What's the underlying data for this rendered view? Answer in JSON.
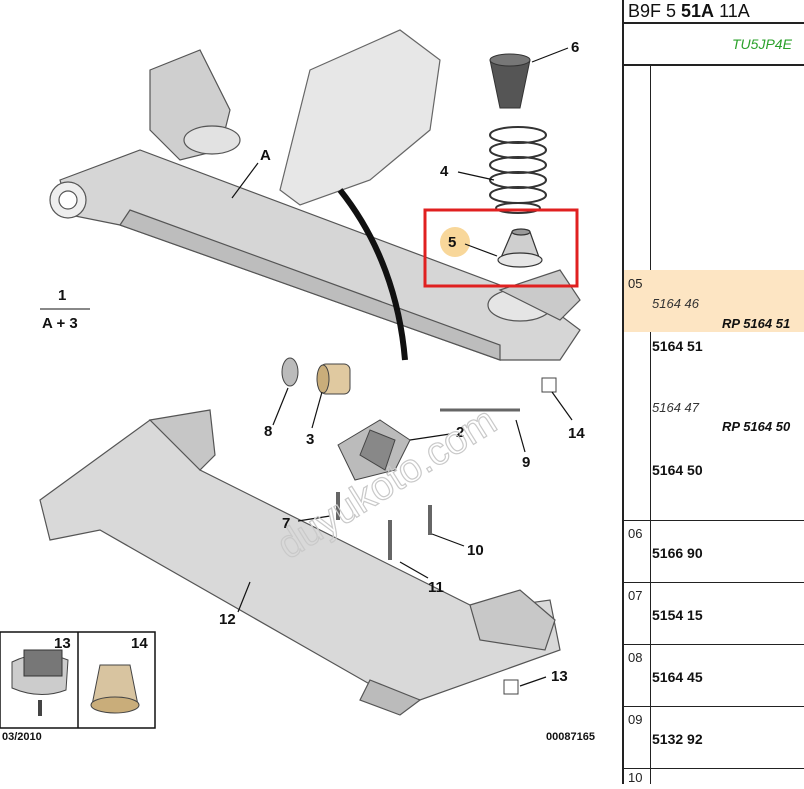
{
  "header": {
    "prefix": "B9F 5 ",
    "bold": "51A",
    "suffix": " 11A"
  },
  "engine": "TU5JP4E",
  "rows": [
    {
      "num": "05",
      "lines": [
        {
          "ref": "5164 46",
          "style": "ital"
        },
        {
          "ref": "RP 5164 51",
          "style": "rp"
        },
        {
          "ref": "5164 51",
          "style": "bold"
        },
        {
          "ref": "5164 47",
          "style": "ital"
        },
        {
          "ref": "RP 5164 50",
          "style": "rp"
        },
        {
          "ref": "5164 50",
          "style": "bold"
        }
      ]
    },
    {
      "num": "06",
      "ref": "5166 90"
    },
    {
      "num": "07",
      "ref": "5154 15"
    },
    {
      "num": "08",
      "ref": "5164 45"
    },
    {
      "num": "09",
      "ref": "5132 92"
    },
    {
      "num": "10",
      "ref": ""
    }
  ],
  "diagram": {
    "callouts": [
      "A",
      "1",
      "A + 3",
      "2",
      "3",
      "4",
      "5",
      "6",
      "7",
      "8",
      "9",
      "10",
      "11",
      "12",
      "13",
      "14"
    ],
    "inset": {
      "left_label": "13",
      "right_label": "14"
    },
    "date": "03/2010",
    "code": "00087165",
    "watermark": "duyukoto.com",
    "highlight_color": "#e02020"
  }
}
